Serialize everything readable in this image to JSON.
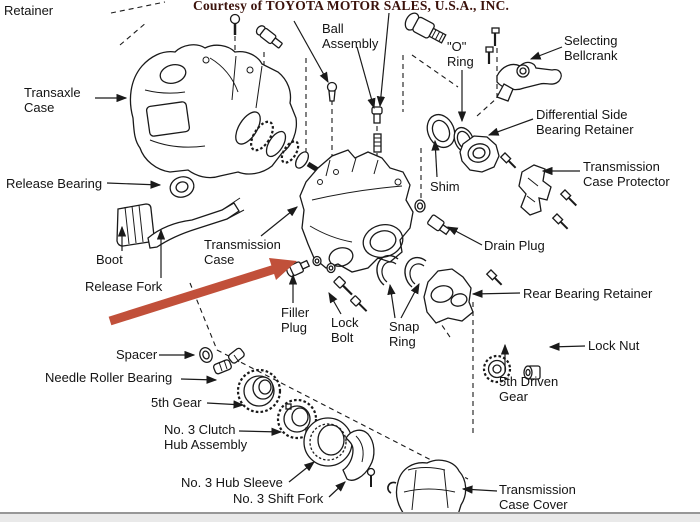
{
  "header": {
    "title": "Courtesy of TOYOTA MOTOR SALES, U.S.A., INC."
  },
  "colors": {
    "title_text": "#3b120b",
    "line_art_ink": "#1a1a1a",
    "highlight_arrow": "#c1503a",
    "bottom_bar": "#e9e9e9",
    "background": "#ffffff"
  },
  "labels": {
    "retainer": "Retainer",
    "ball_assembly": "Ball\nAssembly",
    "o_ring": "\"O\"\nRing",
    "selecting_bellcrank": "Selecting\nBellcrank",
    "transaxle_case": "Transaxle\nCase",
    "differential_side_bearing_retainer": "Differential Side\nBearing Retainer",
    "transmission_case_protector": "Transmission\nCase Protector",
    "release_bearing": "Release Bearing",
    "shim": "Shim",
    "drain_plug": "Drain Plug",
    "boot": "Boot",
    "transmission_case": "Transmission\nCase",
    "release_fork": "Release Fork",
    "rear_bearing_retainer": "Rear Bearing Retainer",
    "filler_plug": "Filler\nPlug",
    "lock_bolt": "Lock\nBolt",
    "snap_ring": "Snap\nRing",
    "lock_nut": "Lock Nut",
    "spacer": "Spacer",
    "needle_roller_bearing": "Needle Roller Bearing",
    "fifth_gear": "5th Gear",
    "fifth_driven_gear": "5th Driven\nGear",
    "no3_clutch_hub_assembly": "No. 3 Clutch\nHub Assembly",
    "no3_hub_sleeve": "No. 3 Hub Sleeve",
    "no3_shift_fork": "No. 3 Shift Fork",
    "transmission_case_cover": "Transmission\nCase Cover"
  }
}
